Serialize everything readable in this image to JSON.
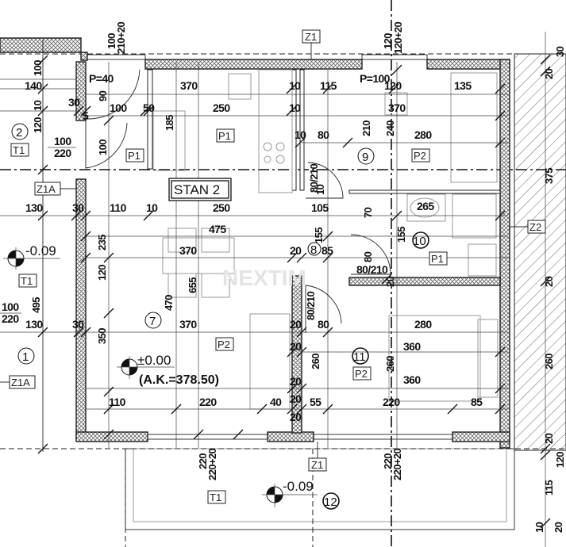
{
  "plan": {
    "unit_label": "STAN 2",
    "watermark": "NEXTIM",
    "elevations": {
      "living": "±0.00",
      "absolute": "(A.K.=378.50)",
      "outside_left": "-0.09",
      "terrace": "-0.09"
    },
    "rooms": [
      {
        "num": "1",
        "floor": "T1"
      },
      {
        "num": "2",
        "floor": "T1"
      },
      {
        "num": "7",
        "floor": "P2"
      },
      {
        "num": "8",
        "floor": ""
      },
      {
        "num": "9",
        "floor": "P2"
      },
      {
        "num": "10",
        "floor": "P1"
      },
      {
        "num": "11",
        "floor": "P2"
      },
      {
        "num": "12",
        "floor": "T1"
      }
    ],
    "material_tags": {
      "z1_top": "Z1",
      "z1_bottom": "Z1",
      "z1a_upper": "Z1A",
      "z1a_lower": "Z1A",
      "z2": "Z2",
      "p1_entry": "P1",
      "p1_kitchen": "P1",
      "t1_left": "T1",
      "t1_lower_left": "T1"
    },
    "openings": {
      "top_left_window_a": "100",
      "top_left_window_b": "210+20",
      "top_right_window_a": "120",
      "top_right_window_b": "120+20",
      "bottom_left_door_a": "220",
      "bottom_left_door_b": "220+20",
      "bottom_right_door_a": "220",
      "bottom_right_door_b": "220+20",
      "p40": "P=40",
      "p100": "P=100",
      "door_bath": "80/210",
      "door_room9": "80/210",
      "door_room11": "80/210",
      "left_win_top_a": "100",
      "left_win_top_b": "220",
      "left_win_bot_a": "100",
      "left_win_bot_b": "220"
    },
    "dimensions": {
      "d140": "140",
      "d100a": "100",
      "d10a": "10",
      "d120a": "120",
      "d30a": "30",
      "d5": "5",
      "d100b": "100",
      "d50": "50",
      "d90": "90",
      "d185": "185",
      "d100c": "100",
      "d370a": "370",
      "d250a": "250",
      "d10b": "10",
      "d115a": "115",
      "d10c": "10",
      "d10d": "10",
      "d80a": "80",
      "d210": "210",
      "d240": "240",
      "d120b": "120",
      "d370b": "370",
      "d280a": "280",
      "d135": "135",
      "d130a": "130",
      "d30b": "30",
      "d110a": "110",
      "d10e": "10",
      "d250b": "250",
      "d105": "105",
      "d10f": "10",
      "d475": "475",
      "d235": "235",
      "d370c": "370",
      "d655": "655",
      "d120c": "120",
      "d20a": "20",
      "d85a": "85",
      "d155a": "155",
      "d470": "470",
      "d495": "495",
      "d130b": "130",
      "d30c": "30",
      "d370d": "370",
      "d350": "350",
      "d20b": "20",
      "d80b": "80",
      "d280b": "280",
      "d20c": "20",
      "d260a": "260",
      "d360a": "360",
      "d20d": "20",
      "d360b": "360",
      "d20e": "20",
      "d110b": "110",
      "d220a": "220",
      "d40": "40",
      "d20f": "20",
      "d55": "55",
      "d220b": "220",
      "d85b": "85",
      "d265": "265",
      "d70": "70",
      "d155b": "155",
      "d80c": "80",
      "d20g": "20",
      "d20h": "20",
      "d260b": "260",
      "d260c": "260",
      "d375": "375",
      "d20i": "20",
      "d20j": "20",
      "d30d": "30",
      "d120d": "120",
      "d115b": "115",
      "d10g": "10",
      "d20k": "20"
    }
  }
}
